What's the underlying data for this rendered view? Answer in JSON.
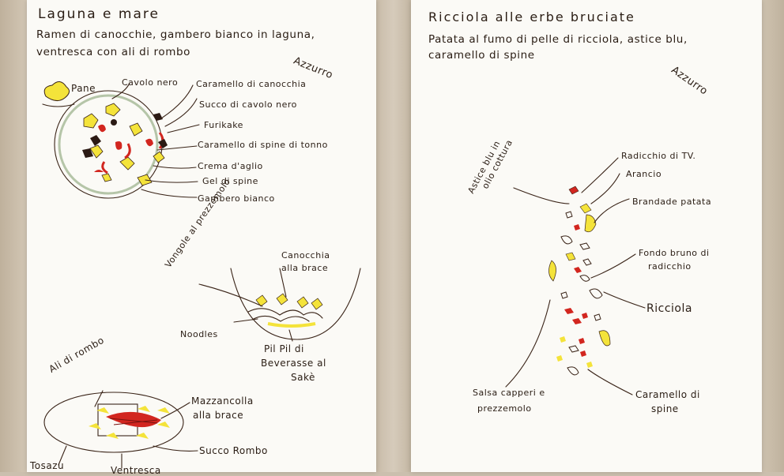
{
  "left_card": {
    "title": "Laguna e mare",
    "subtitle_line1": "Ramen di canocchie, gambero bianco in laguna,",
    "subtitle_line2": "ventresca con ali di rombo",
    "azzurro": "Azzurro",
    "labels": {
      "pane": "Pane",
      "cavolo_nero": "Cavolo nero",
      "caramello_canocchia": "Caramello di canocchia",
      "succo_cavolo_nero": "Succo di cavolo nero",
      "furikake": "Furikake",
      "caramello_spine_tonno": "Caramello di spine di tonno",
      "crema_aglio": "Crema d'aglio",
      "gel_spine": "Gel di spine",
      "gambero_bianco": "Gambero bianco",
      "vongole": "Vongole al prezzemolo",
      "canocchia_brace_1": "Canocchia",
      "canocchia_brace_2": "alla brace",
      "noodles": "Noodles",
      "pil_pil_1": "Pil Pil di",
      "pil_pil_2": "Beverasse al",
      "pil_pil_3": "Sakè",
      "ali_di_rombo": "Ali di rombo",
      "mazzancolla_1": "Mazzancolla",
      "mazzancolla_2": "alla brace",
      "succo_rombo": "Succo Rombo",
      "tosazu": "Tosazu",
      "ventresca": "Ventresca"
    }
  },
  "right_card": {
    "title": "Ricciola alle erbe bruciate",
    "subtitle_line1": "Patata al fumo di pelle di ricciola, astice blu,",
    "subtitle_line2": "caramello di spine",
    "azzurro": "Azzurro",
    "labels": {
      "astice_1": "Astice blu in",
      "astice_2": "olio cottura",
      "radicchio_tv": "Radicchio di TV.",
      "arancio": "Arancio",
      "brandade": "Brandade patata",
      "fondo_bruno_1": "Fondo bruno di",
      "fondo_bruno_2": "radicchio",
      "ricciola": "Ricciola",
      "salsa_1": "Salsa capperi e",
      "salsa_2": "prezzemolo",
      "caramello_spine_1": "Caramello di",
      "caramello_spine_2": "spine"
    }
  },
  "colors": {
    "ink": "#3a2418",
    "yellow": "#f4e33a",
    "red": "#d2261f",
    "dark": "#2b1a14",
    "green": "#6f8f5a"
  }
}
